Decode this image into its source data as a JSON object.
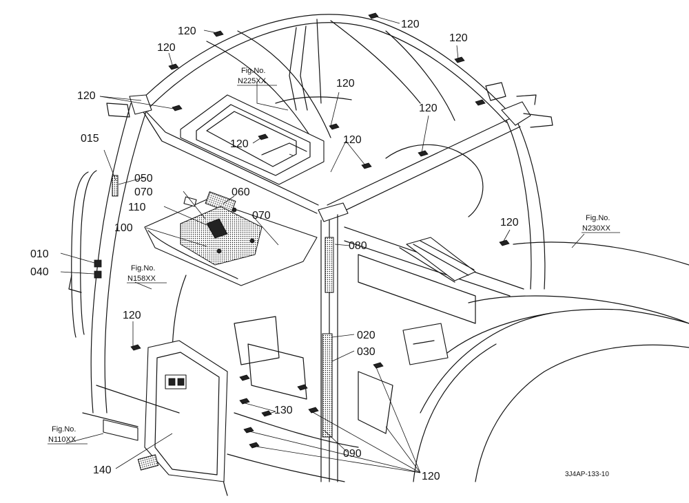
{
  "labels": {
    "l120": "120",
    "l015": "015",
    "l050": "050",
    "l070": "070",
    "l060": "060",
    "l110": "110",
    "l100": "100",
    "l010": "010",
    "l040": "040",
    "l080": "080",
    "l020": "020",
    "l030": "030",
    "l130": "130",
    "l140": "140",
    "l090": "090"
  },
  "figures": {
    "fig_prefix": "Fig.No.",
    "n225": "N225XX",
    "n230": "N230XX",
    "n158": "N158XX",
    "n110": "N110XX"
  },
  "ref_code": "3J4AP-133-10"
}
